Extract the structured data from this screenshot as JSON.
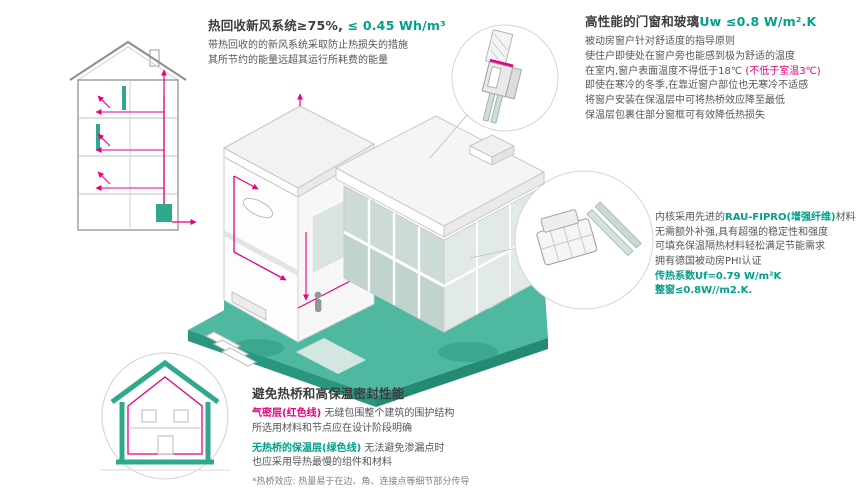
{
  "colors": {
    "accent_green": "#00a08b",
    "accent_red": "#e6007e",
    "platform_teal": "#4fb8a0",
    "platform_teal_dark": "#2a9680",
    "title_text": "#3d3d3d",
    "body_text": "#56565a"
  },
  "annotations": {
    "heat_recovery": {
      "title_black": "热回收新风系统≥75%, ",
      "title_green": "≤ 0.45 Wh/m³",
      "line1": "带热回收的的新风系统采取防止热损失的措施",
      "line2": "其所节约的能量远超其运行所耗费的能量"
    },
    "windows": {
      "title_black": "高性能的门窗和玻璃",
      "title_green": "Uw ≤0.8 W/m².K",
      "line1": "被动房窗户针对舒适度的指导原则",
      "line2": "使住户即使处在窗户旁也能感到极为舒适的温度",
      "line3_black": "在室内,窗户表面温度不得低于18℃ ",
      "line3_red": "(不低于室温3℃)",
      "line4": "即使在寒冷的冬季,在靠近窗户部位也无寒冷不适感",
      "line5": "将窗户安装在保温层中可将热桥效应降至最低",
      "line6": "保温层包裹住部分窗框可有效降低热损失"
    },
    "core_material": {
      "line1_a": "内核采用先进的",
      "line1_green": "RAU-FIPRO(增强纤维)",
      "line1_b": "材料",
      "line2": "无需额外补强,具有超强的稳定性和强度",
      "line3": "可填充保温隔热材料轻松满足节能需求",
      "line4": "拥有德国被动房PHI认证",
      "line5_green": "传热系数Uf=0.79 W/m²K",
      "line6_green": "整窗≤0.8W//m2.K."
    },
    "thermal_bridge": {
      "title": "避免热桥和高保温密封性能",
      "red_label": "气密层(红色线)",
      "line1_rest": " 无缝包围整个建筑的围护结构",
      "line2": "所选用材料和节点应在设计阶段明确",
      "green_label": "无热桥的保温层(绿色线)",
      "line3_rest": " 无法避免渗漏点时",
      "line4": "也应采用导热最慢的组件和材料",
      "footnote": "*热桥效应: 热量易于在边、角、连接点等细节部分传导"
    }
  }
}
